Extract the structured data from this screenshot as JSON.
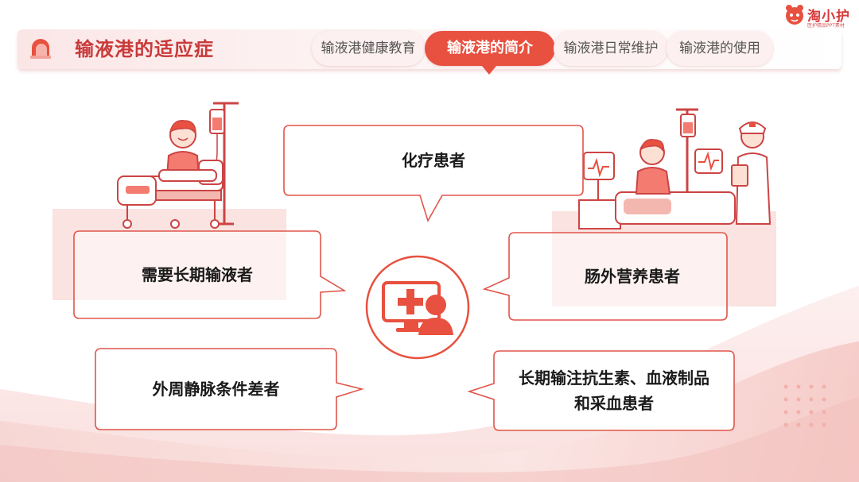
{
  "header": {
    "title": "输液港的适应症",
    "tabs": [
      {
        "label": "输液港健康教育",
        "active": false
      },
      {
        "label": "输液港的简介",
        "active": true
      },
      {
        "label": "输液港日常维护",
        "active": false
      },
      {
        "label": "输液港的使用",
        "active": false
      }
    ]
  },
  "logo": {
    "name": "淘小护",
    "tagline": "医护精品PPT素材"
  },
  "bubbles": {
    "top_center": "化疗患者",
    "left_middle": "需要长期输液者",
    "right_middle": "肠外营养患者",
    "left_bottom": "外周静脉条件差者",
    "right_bottom_line1": "长期输注抗生素、血液制品",
    "right_bottom_line2": "和采血患者"
  },
  "colors": {
    "accent": "#e8503f",
    "title_red": "#c93a3a",
    "panel_pink": "#fae3e1",
    "bubble_border": "#e0554a"
  },
  "icons": [
    "medical-monitor-icon",
    "patient-in-bed-illustration",
    "nurse-with-patient-illustration"
  ]
}
